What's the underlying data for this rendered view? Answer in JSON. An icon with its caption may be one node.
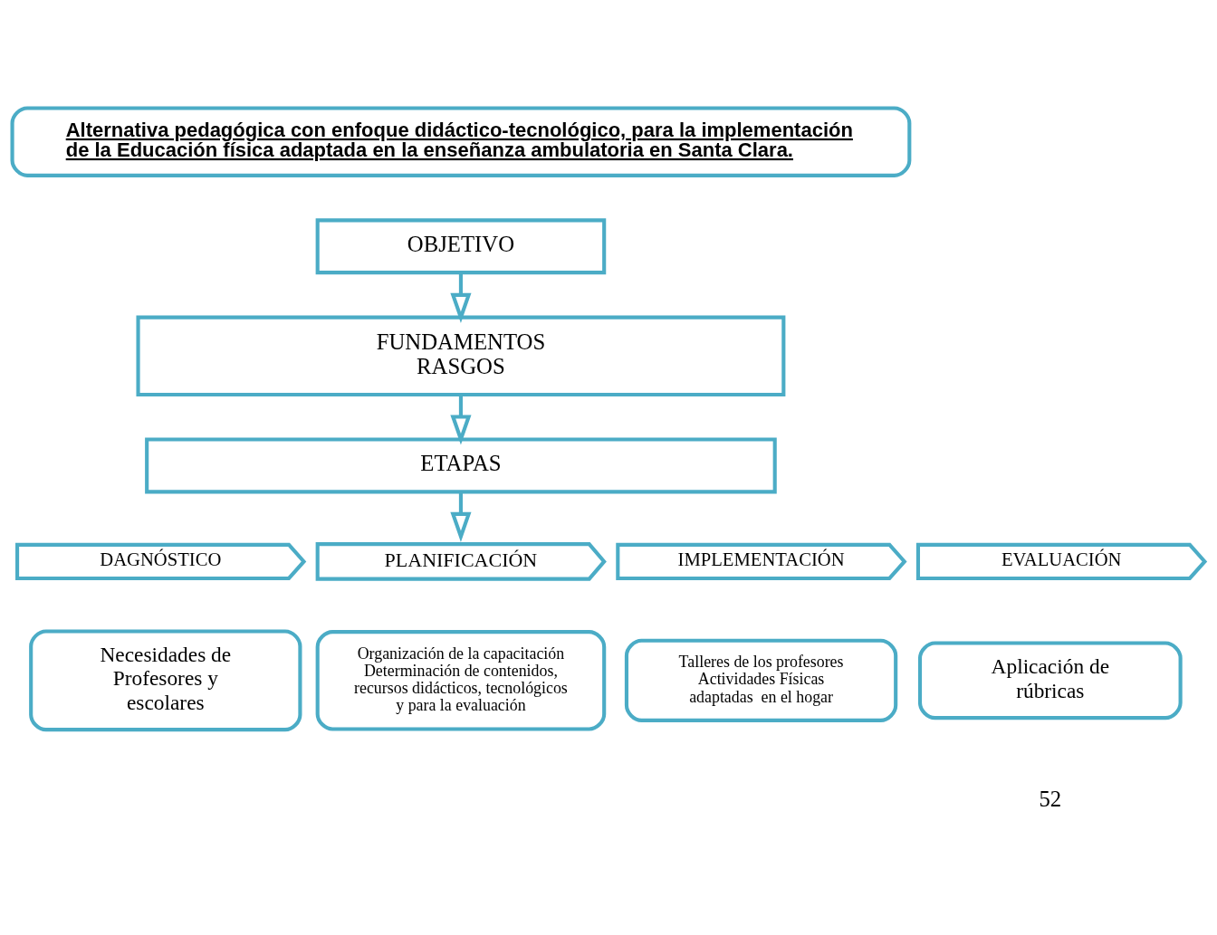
{
  "diagram": {
    "nodes": [
      {
        "text": [
          "Alternativa pedagógica con enfoque didáctico-tecnológico, para la implementación de la Educación física adaptada en la enseñanza ambulatoria en Santa Clara."
        ]
      },
      {
        "text": [
          "OBJETIVO"
        ]
      },
      {
        "text": [
          "FUNDAMENTOS",
          "RASGOS"
        ]
      },
      {
        "text": [
          "ETAPAS"
        ]
      },
      {
        "text": [
          "DAGNÓSTICO"
        ]
      },
      {
        "text": [
          "PLANIFICACIÓN"
        ]
      },
      {
        "text": [
          "IMPLEMENTACIÓN"
        ]
      },
      {
        "text": [
          "EVALUACIÓN"
        ]
      },
      {
        "text": [
          "Necesidades de Profesores y escolares"
        ]
      },
      {
        "text": [
          "Organización de la capacitación",
          "Determinación de contenidos, recursos didácticos, tecnológicos y para la evaluación"
        ]
      },
      {
        "text": [
          "Talleres de los profesores",
          "Actividades Físicas adaptadas  en el hogar"
        ]
      },
      {
        "text": [
          "Aplicación de rúbricas"
        ]
      }
    ],
    "edges": [
      {
        "from": 1,
        "to": 2,
        "arrow": "to"
      },
      {
        "from": 2,
        "to": 3,
        "arrow": "to"
      },
      {
        "from": 3,
        "to": 5,
        "arrow": "to"
      }
    ],
    "labels": [
      "52"
    ]
  }
}
